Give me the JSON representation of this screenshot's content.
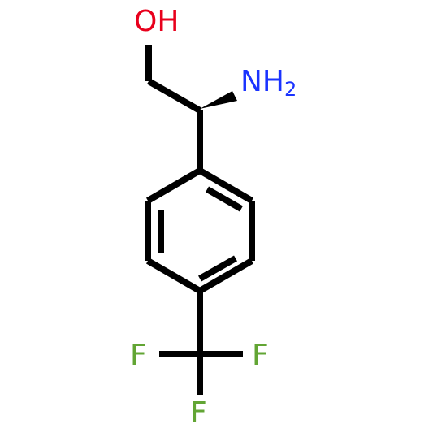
{
  "molecule": {
    "atoms": {
      "hydroxyl": {
        "label": "OH",
        "color": "#e8001c"
      },
      "amine": {
        "label": "NH",
        "subscript": "2",
        "color": "#1a33ff"
      },
      "fluorine_left": {
        "label": "F",
        "color": "#62a534"
      },
      "fluorine_right": {
        "label": "F",
        "color": "#62a534"
      },
      "fluorine_bottom": {
        "label": "F",
        "color": "#62a534"
      }
    },
    "bond_color": "#000000",
    "stereo_bond": "wedge"
  }
}
